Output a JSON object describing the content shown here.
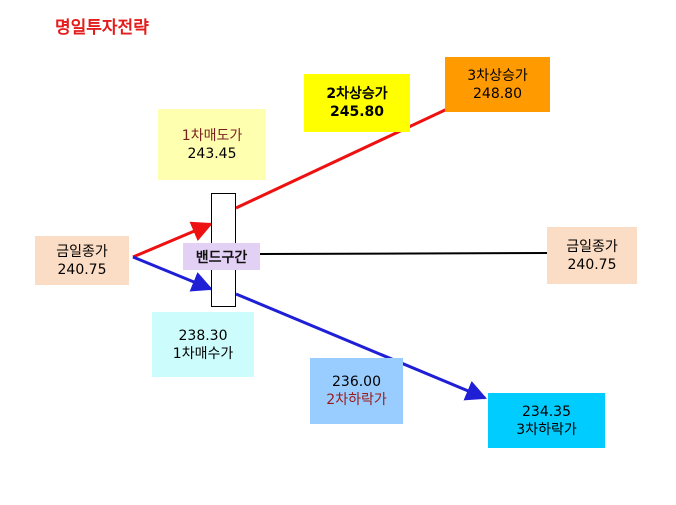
{
  "title": "명일투자전략",
  "title_color": "#e31c1c",
  "nodes": {
    "today_close_left": {
      "label": "금일종가",
      "value": "240.75",
      "bg": "#fbdcc4"
    },
    "sell_1": {
      "label": "1차매도가",
      "value": "243.45",
      "bg": "#ffffb0",
      "label_color": "#7a1f1f"
    },
    "rise_2": {
      "label": "2차상승가",
      "value": "245.80",
      "bg": "#ffff00"
    },
    "rise_3": {
      "label": "3차상승가",
      "value": "248.80",
      "bg": "#ff9a00"
    },
    "today_close_right": {
      "label": "금일종가",
      "value": "240.75",
      "bg": "#fbdcc4"
    },
    "buy_1": {
      "value": "238.30",
      "label": "1차매수가",
      "bg": "#ccfcfc"
    },
    "fall_2": {
      "value": "236.00",
      "label": "2차하락가",
      "bg": "#99ccff",
      "label_color": "#9a1b1b"
    },
    "fall_3": {
      "value": "234.35",
      "label": "3차하락가",
      "bg": "#00ccff"
    }
  },
  "band": {
    "label": "밴드구간",
    "bg": "#e3d1f5"
  },
  "colors": {
    "up_arrow": "#ee1111",
    "down_arrow": "#1f1fd6",
    "neutral_line": "#000000"
  }
}
